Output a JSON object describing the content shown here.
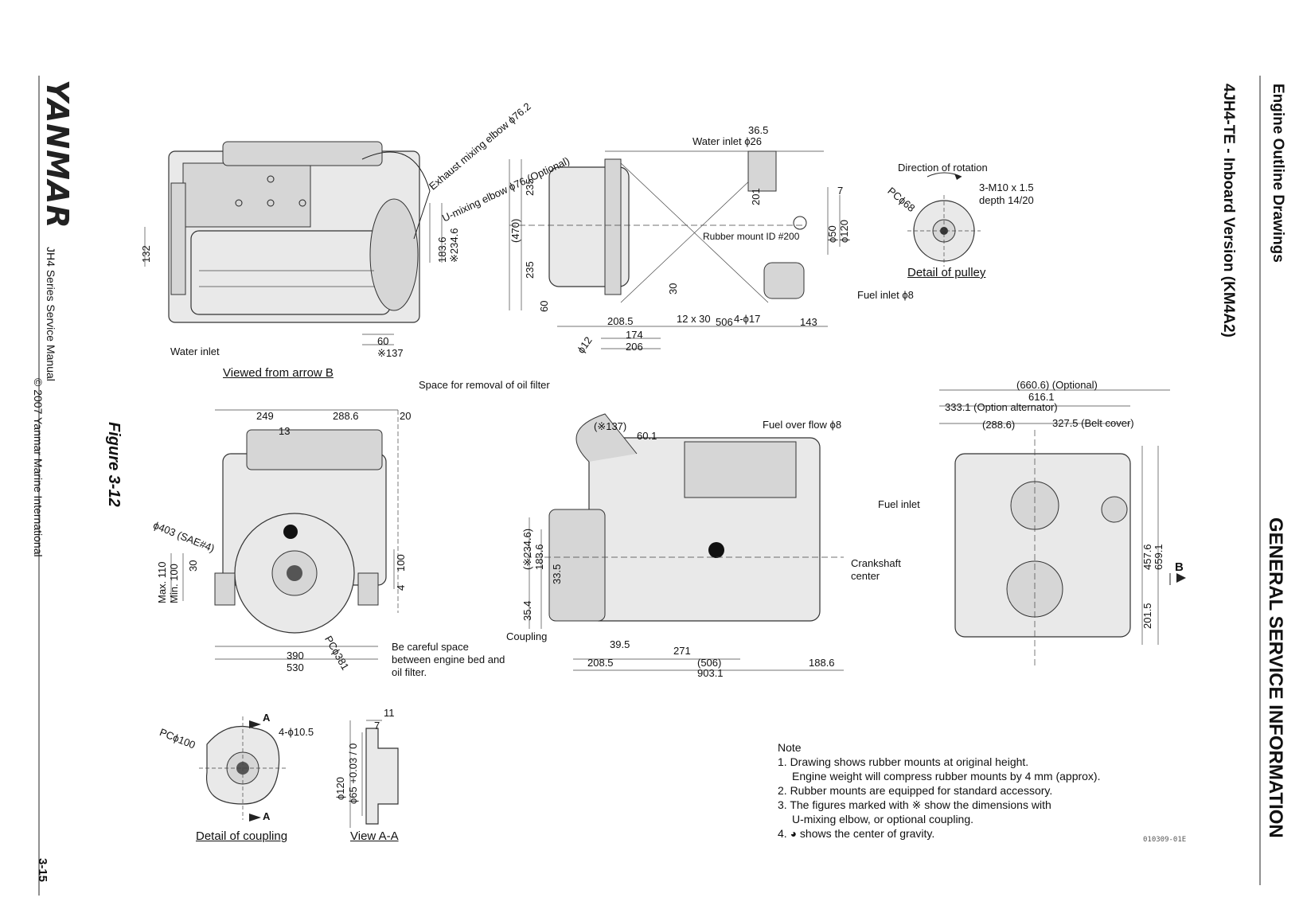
{
  "header": {
    "section": "GENERAL SERVICE INFORMATION",
    "title": "Engine Outline Drawings",
    "subtitle": "4JH4-TE - Inboard Version (KM4A2)"
  },
  "sidebar": {
    "brand": "YANMAR",
    "manual": "JH4 Series Service Manual",
    "copyright": "© 2007 Yanmar Marine International",
    "page": "3-15"
  },
  "figure_caption": "Figure 3-12",
  "views": {
    "arrow_b": "Viewed from arrow B",
    "pulley": "Detail of pulley",
    "coupling": "Detail of coupling",
    "view_aa": "View A-A"
  },
  "labels": {
    "exhaust": "Exhaust mixing elbow ϕ76.2",
    "umixing": "U-mixing elbow ϕ76 (Optional)",
    "water_inlet_left": "Water inlet",
    "water_inlet_top": "Water inlet ϕ26",
    "rubber_mount": "Rubber mount ID #200",
    "fuel_inlet_top": "Fuel inlet ϕ8",
    "direction": "Direction of rotation",
    "pulley_thread": "3-M10 x 1.5",
    "pulley_depth": "depth 14/20",
    "pc_pulley": "PCϕ68",
    "oil_filter": "Space for removal of oil filter",
    "careful1": "Be careful space",
    "careful2": "between engine bed and",
    "careful3": "oil filter.",
    "sae": "ϕ403 (SAE#4)",
    "pc381": "PCϕ381",
    "fuel_overflow": "Fuel over flow ϕ8",
    "fuel_inlet_right": "Fuel inlet",
    "crank1": "Crankshaft",
    "crank2": "center",
    "coupling_lbl": "Coupling",
    "pc100": "PCϕ100",
    "holes": "4-ϕ10.5",
    "a_upper": "A",
    "a_lower": "A",
    "b_arrow": "B",
    "drawing_code": "010309-01E"
  },
  "dims": {
    "d365": "36.5",
    "d201": "201",
    "d7": "7",
    "d235a": "235",
    "d470": "(470)",
    "d235b": "235",
    "d60v": "60",
    "d30": "30",
    "d2085": "208.5",
    "d12x30": "12 x 30",
    "d506": "506",
    "d4phi17": "4-ϕ17",
    "d143": "143",
    "d174": "174",
    "d206": "206",
    "dphi12": "ϕ12",
    "dphi50": "ϕ50",
    "dphi120": "ϕ120",
    "d132": "132",
    "d1836": "183.6",
    "d2346": "※234.6",
    "d60": "60",
    "d137": "※137",
    "d249": "249",
    "d2886": "288.6",
    "d20": "20",
    "d13": "13",
    "dmax110": "Max. 110",
    "dmin100": "Min. 100",
    "d30f": "30",
    "d100": "100",
    "d4": "4",
    "d390": "390",
    "d530": "530",
    "dx137": "(※137)",
    "d601": "60.1",
    "dp2346": "(※234.6)",
    "d1836b": "183.6",
    "d335": "33.5",
    "d354": "35.4",
    "d395": "39.5",
    "d271": "271",
    "d2085b": "208.5",
    "dp506": "(506)",
    "d9031": "903.1",
    "d1886": "188.6",
    "d6606": "(660.6) (Optional)",
    "d6161": "616.1",
    "d3331": "333.1 (Option alternator)",
    "dp2886": "(288.6)",
    "d3275": "327.5 (Belt cover)",
    "d4576": "457.6",
    "d6591": "659.1",
    "d2015": "201.5",
    "d11": "11",
    "d7b": "7",
    "dphi120c": "ϕ120",
    "dphi65": "ϕ65 +0.03 / 0"
  },
  "notes": {
    "heading": "Note",
    "items": [
      "1. Drawing shows rubber mounts at original height.",
      "Engine weight will compress rubber mounts by 4 mm (approx).",
      "2. Rubber mounts are equipped for standard accessory.",
      "3. The figures marked with ※ show the dimensions with",
      "U-mixing elbow, or optional coupling.",
      "4. ◕ shows the center of gravity."
    ]
  }
}
